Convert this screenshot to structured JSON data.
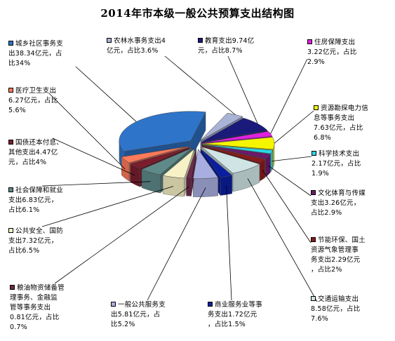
{
  "chart_data": {
    "type": "pie",
    "title": "2014年市本级一般公共预算支出结构图",
    "slices": [
      {
        "label": "城乡社区事务支出38.34亿元，占比34%",
        "value": 38.34,
        "percent": 34,
        "color": "#2e74c9"
      },
      {
        "label": "农林水事务支出4亿元，占比3.6%",
        "value": 4,
        "percent": 3.6,
        "color": "#a9b3d6"
      },
      {
        "label": "教育支出9.74亿元，占比8.7%",
        "value": 9.74,
        "percent": 8.7,
        "color": "#1a1a7a"
      },
      {
        "label": "住房保障支出3.22亿元，占比2.9%",
        "value": 3.22,
        "percent": 2.9,
        "color": "#e020e0"
      },
      {
        "label": "资源勘探电力信息等事务支出7.63亿元，占比6.8%",
        "value": 7.63,
        "percent": 6.8,
        "color": "#f5f500"
      },
      {
        "label": "科学技术支出2.17亿元，占比1.9%",
        "value": 2.17,
        "percent": 1.9,
        "color": "#2bd6e6"
      },
      {
        "label": "文化体育与传媒支出3.26亿元，占比2.9%",
        "value": 3.26,
        "percent": 2.9,
        "color": "#6b1a6b"
      },
      {
        "label": "节能环保、国土资源气象管理事务支出2.29亿元，占比2%",
        "value": 2.29,
        "percent": 2,
        "color": "#8a1a1a"
      },
      {
        "label": "交通运输支出8.58亿元，占比7.6%",
        "value": 8.58,
        "percent": 7.6,
        "color": "#cfe4e4"
      },
      {
        "label": "商业服务业等事务支出1.72亿元，占比1.5%",
        "value": 1.72,
        "percent": 1.5,
        "color": "#0a1fa0"
      },
      {
        "label": "一般公共服务支出5.81亿元，占比5.2%",
        "value": 5.81,
        "percent": 5.2,
        "color": "#a8aee0"
      },
      {
        "label": "粮油物资储备管理事务、金融监管等事务支出0.81亿元，占比0.7%",
        "value": 0.81,
        "percent": 0.7,
        "color": "#6e2a4a"
      },
      {
        "label": "公共安全、国防支出7.32亿元，占比6.5%",
        "value": 7.32,
        "percent": 6.5,
        "color": "#f6f2c6"
      },
      {
        "label": "社会保障和就业支出6.83亿元，占比6.1%",
        "value": 6.83,
        "percent": 6.1,
        "color": "#5f8a8a"
      },
      {
        "label": "国债还本付息、其他支出4.47亿元，占比4%",
        "value": 4.47,
        "percent": 4,
        "color": "#7a1e2e"
      },
      {
        "label": "医疗卫生支出6.27亿元，占比5.6%",
        "value": 6.27,
        "percent": 5.6,
        "color": "#ff7a5a"
      }
    ]
  },
  "callouts": [
    {
      "text": "城乡社区事务支\n出38.34亿元，占\n比34%"
    },
    {
      "text": "农林水事务支出4\n亿元，占比3.6%"
    },
    {
      "text": "教育支出9.74亿\n元，占比8.7%"
    },
    {
      "text": "住房保障支出\n3.22亿元，占比\n2.9%"
    },
    {
      "text": "资源勘探电力信\n息等事务支出\n7.63亿元，占比\n6.8%"
    },
    {
      "text": "科学技术支出\n2.17亿元，占比\n1.9%"
    },
    {
      "text": "文化体育与传媒\n支出3.26亿元，\n占比2.9%"
    },
    {
      "text": "节能环保、国土\n资源气象管理事\n务支出2.29亿元\n，占比2%"
    },
    {
      "text": "交通运输支出\n8.58亿元，占比\n7.6%"
    },
    {
      "text": "商业服务业等事\n务支出1.72亿元\n，占比1.5%"
    },
    {
      "text": "一般公共服务支\n出5.81亿元，占\n比5.2%"
    },
    {
      "text": "粮油物资储备管\n理事务、金融监\n管等事务支出\n0.81亿元，占比\n0.7%"
    },
    {
      "text": "公共安全、国防\n支出7.32亿元，\n占比6.5%"
    },
    {
      "text": "社会保障和就业\n支出6.83亿元，\n占比6.1%"
    },
    {
      "text": "国债还本付息、\n其他支出4.47亿\n元，占比4%"
    },
    {
      "text": "医疗卫生支出\n6.27亿元，占比\n5.6%"
    }
  ]
}
